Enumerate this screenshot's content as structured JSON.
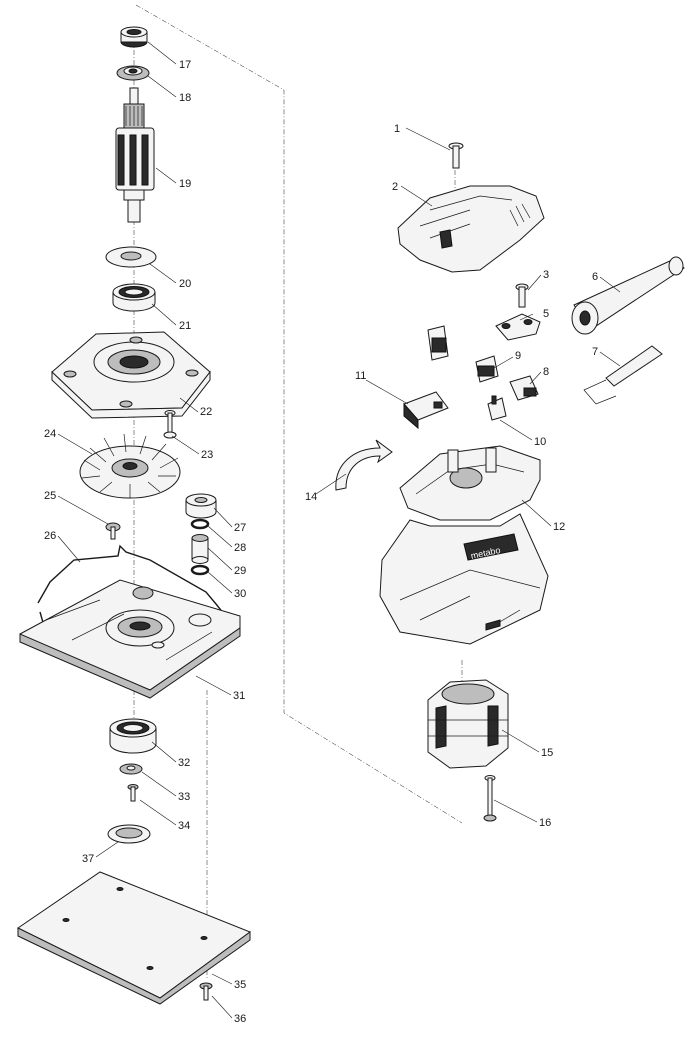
{
  "diagram": {
    "type": "exploded-parts-view",
    "brand_mark": "metabo",
    "callouts": [
      "1",
      "2",
      "3",
      "5",
      "6",
      "7",
      "8",
      "9",
      "10",
      "11",
      "12",
      "14",
      "15",
      "16",
      "17",
      "18",
      "19",
      "20",
      "21",
      "22",
      "23",
      "24",
      "25",
      "26",
      "27",
      "28",
      "29",
      "30",
      "31",
      "32",
      "33",
      "34",
      "35",
      "36",
      "37"
    ]
  }
}
